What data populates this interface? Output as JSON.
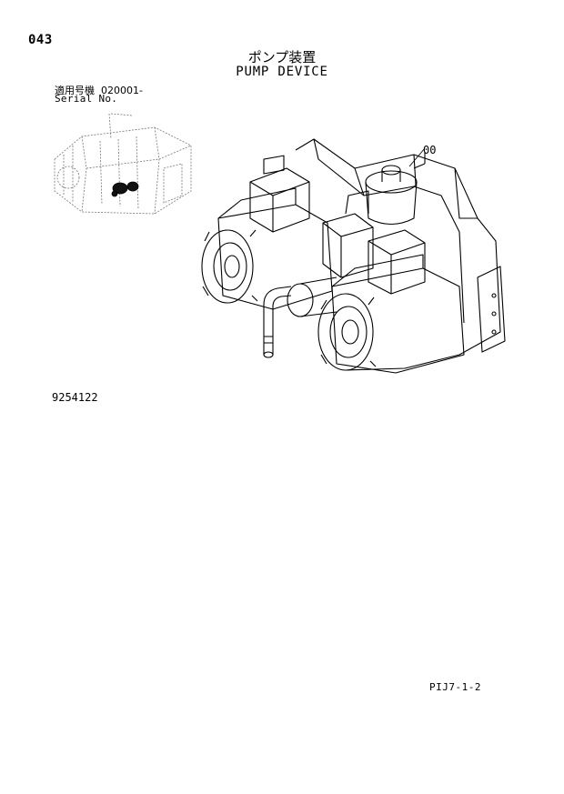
{
  "page": {
    "number": "043",
    "title_jp": "ポンプ装置",
    "title_en": "PUMP DEVICE",
    "serial_label_jp": "適用号機",
    "serial_value": "020001-",
    "serial_label_en": "Serial No.",
    "callout": "00",
    "document_number": "9254122",
    "footer_code": "PIJ7-1-2"
  },
  "icons": {
    "overview": "excavator-overview-icon",
    "main": "pump-device-drawing"
  }
}
